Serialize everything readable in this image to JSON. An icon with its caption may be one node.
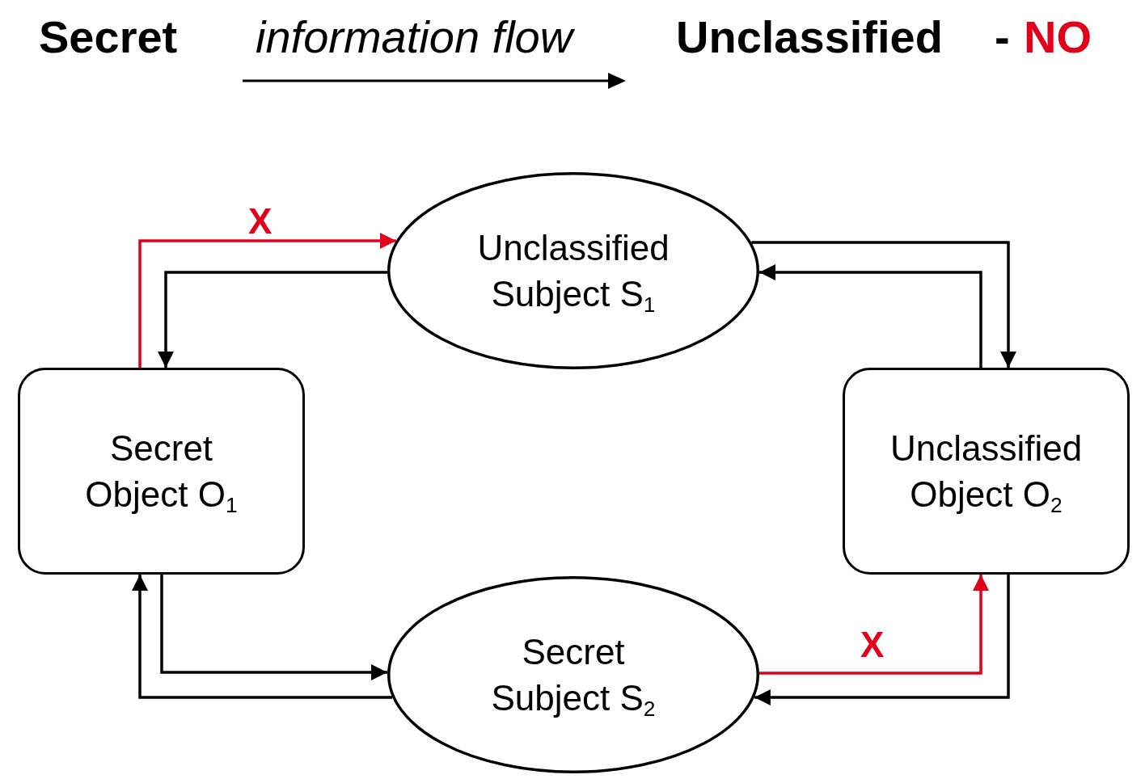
{
  "diagram": {
    "nodes": [
      {
        "text": [
          "Unclassified Subject S$_{1}$"
        ]
      },
      {
        "text": [
          "Secret Object O$_{1}$"
        ]
      },
      {
        "text": [
          "Unclassified Object O$_{2}$"
        ]
      },
      {
        "text": [
          "Secret Subject S$_{2}$"
        ]
      }
    ],
    "edges": [
      {
        "from": 1,
        "to": 0,
        "arrow": "to",
        "label": "X",
        "color": "#e3001b"
      },
      {
        "from": 0,
        "to": 1,
        "arrow": "to"
      },
      {
        "from": 0,
        "to": 2,
        "arrow": "to"
      },
      {
        "from": 2,
        "to": 0,
        "arrow": "to"
      },
      {
        "from": 1,
        "to": 3,
        "arrow": "to"
      },
      {
        "from": 3,
        "to": 1,
        "arrow": "to"
      },
      {
        "from": 3,
        "to": 2,
        "arrow": "to",
        "label": "X",
        "color": "#e3001b"
      },
      {
        "from": 2,
        "to": 3,
        "arrow": "to"
      }
    ],
    "labels": [
      "Secret",
      "information flow",
      "Unclassified",
      "-",
      "NO"
    ]
  }
}
